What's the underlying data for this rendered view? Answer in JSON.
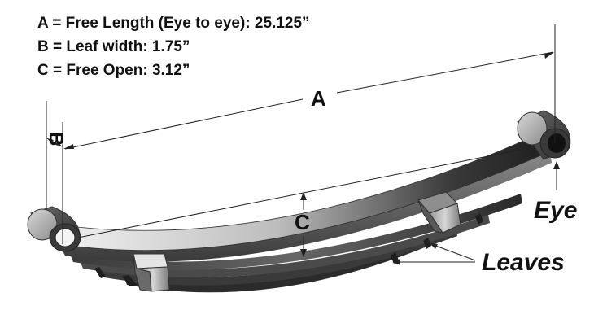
{
  "specs": [
    "A = Free Length (Eye to eye): 25.125”",
    "B = Leaf width: 1.75”",
    "C = Free Open: 3.12”"
  ],
  "dimension_labels": {
    "a": "A",
    "b": "B",
    "c": "C"
  },
  "callouts": {
    "eye": "Eye",
    "leaves": "Leaves"
  },
  "colors": {
    "text": "#111111",
    "line": "#222222",
    "leaf_dark": "#2a2a2a",
    "leaf_mid": "#6e6e6e",
    "leaf_light": "#dcdcdc"
  }
}
